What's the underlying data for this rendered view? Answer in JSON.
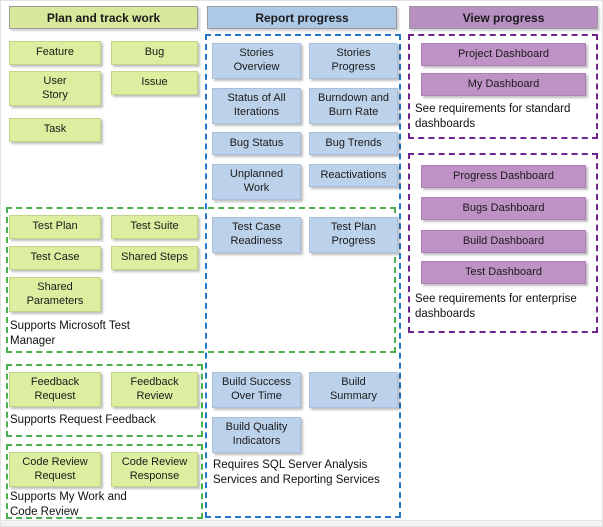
{
  "plan": {
    "header": "Plan and track work",
    "items": {
      "feature": "Feature",
      "bug": "Bug",
      "user_story": "User\nStory",
      "issue": "Issue",
      "task": "Task"
    },
    "test": {
      "test_plan": "Test Plan",
      "test_suite": "Test Suite",
      "test_case": "Test Case",
      "shared_steps": "Shared Steps",
      "shared_parameters": "Shared\nParameters",
      "note": "Supports Microsoft Test\nManager"
    },
    "feedback": {
      "feedback_request": "Feedback\nRequest",
      "feedback_review": "Feedback\nReview",
      "note": "Supports Request Feedback"
    },
    "code_review": {
      "request": "Code Review\nRequest",
      "response": "Code Review\nResponse",
      "note": "Supports My Work and\nCode Review"
    }
  },
  "report": {
    "header": "Report progress",
    "reports": {
      "stories_overview": "Stories\nOverview",
      "stories_progress": "Stories\nProgress",
      "status_all_iterations": "Status of All\nIterations",
      "burndown_burn_rate": "Burndown and\nBurn Rate",
      "bug_status": "Bug Status",
      "bug_trends": "Bug Trends",
      "unplanned_work": "Unplanned\nWork",
      "reactivations": "Reactivations"
    },
    "test_reports": {
      "test_case_readiness": "Test Case\nReadiness",
      "test_plan_progress": "Test Plan\nProgress"
    },
    "build_reports": {
      "build_success_over_time": "Build Success\nOver Time",
      "build_summary": "Build\nSummary",
      "build_quality_indicators": "Build Quality\nIndicators",
      "note": "Requires SQL Server Analysis\nServices and Reporting Services"
    }
  },
  "view": {
    "header": "View progress",
    "standard": {
      "project_dashboard": "Project Dashboard",
      "my_dashboard": "My Dashboard",
      "note": "See requirements for standard\ndashboards"
    },
    "enterprise": {
      "progress_dashboard": "Progress Dashboard",
      "bugs_dashboard": "Bugs Dashboard",
      "build_dashboard": "Build Dashboard",
      "test_dashboard": "Test Dashboard",
      "note": "See requirements for enterprise\ndashboards"
    }
  },
  "colors": {
    "green_fill": "#dcee9f",
    "green_header": "#d7e79c",
    "green_dash": "#4db04f",
    "blue_fill": "#bcd2ea",
    "blue_header": "#adc9e8",
    "blue_dash": "#2277cc",
    "purple_fill": "#bf92c6",
    "purple_header": "#b78fc1",
    "purple_dash": "#70248f"
  }
}
